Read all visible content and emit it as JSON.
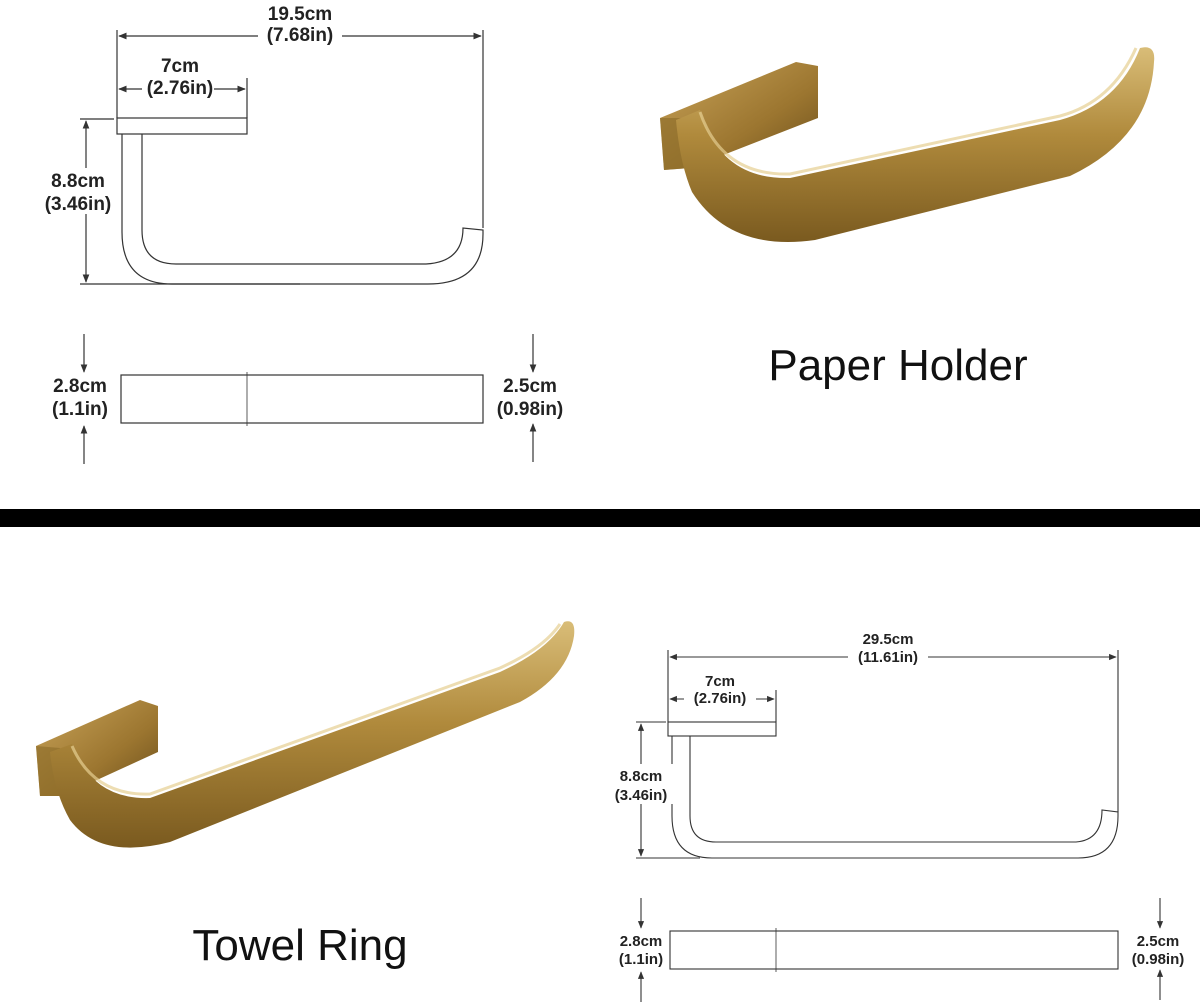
{
  "colors": {
    "brass_dark": "#7a5a1f",
    "brass_mid": "#b08a3c",
    "brass_light": "#d9bd78",
    "divider": "#000000",
    "line": "#333333"
  },
  "paper_holder": {
    "label": "Paper Holder",
    "front": {
      "overall_cm": "19.5cm",
      "overall_in": "(7.68in)",
      "mount_cm": "7cm",
      "mount_in": "(2.76in)",
      "height_cm": "8.8cm",
      "height_in": "(3.46in)"
    },
    "side": {
      "left_cm": "2.8cm",
      "left_in": "(1.1in)",
      "right_cm": "2.5cm",
      "right_in": "(0.98in)"
    }
  },
  "towel_ring": {
    "label": "Towel Ring",
    "front": {
      "overall_cm": "29.5cm",
      "overall_in": "(11.61in)",
      "mount_cm": "7cm",
      "mount_in": "(2.76in)",
      "height_cm": "8.8cm",
      "height_in": "(3.46in)"
    },
    "side": {
      "left_cm": "2.8cm",
      "left_in": "(1.1in)",
      "right_cm": "2.5cm",
      "right_in": "(0.98in)"
    }
  }
}
